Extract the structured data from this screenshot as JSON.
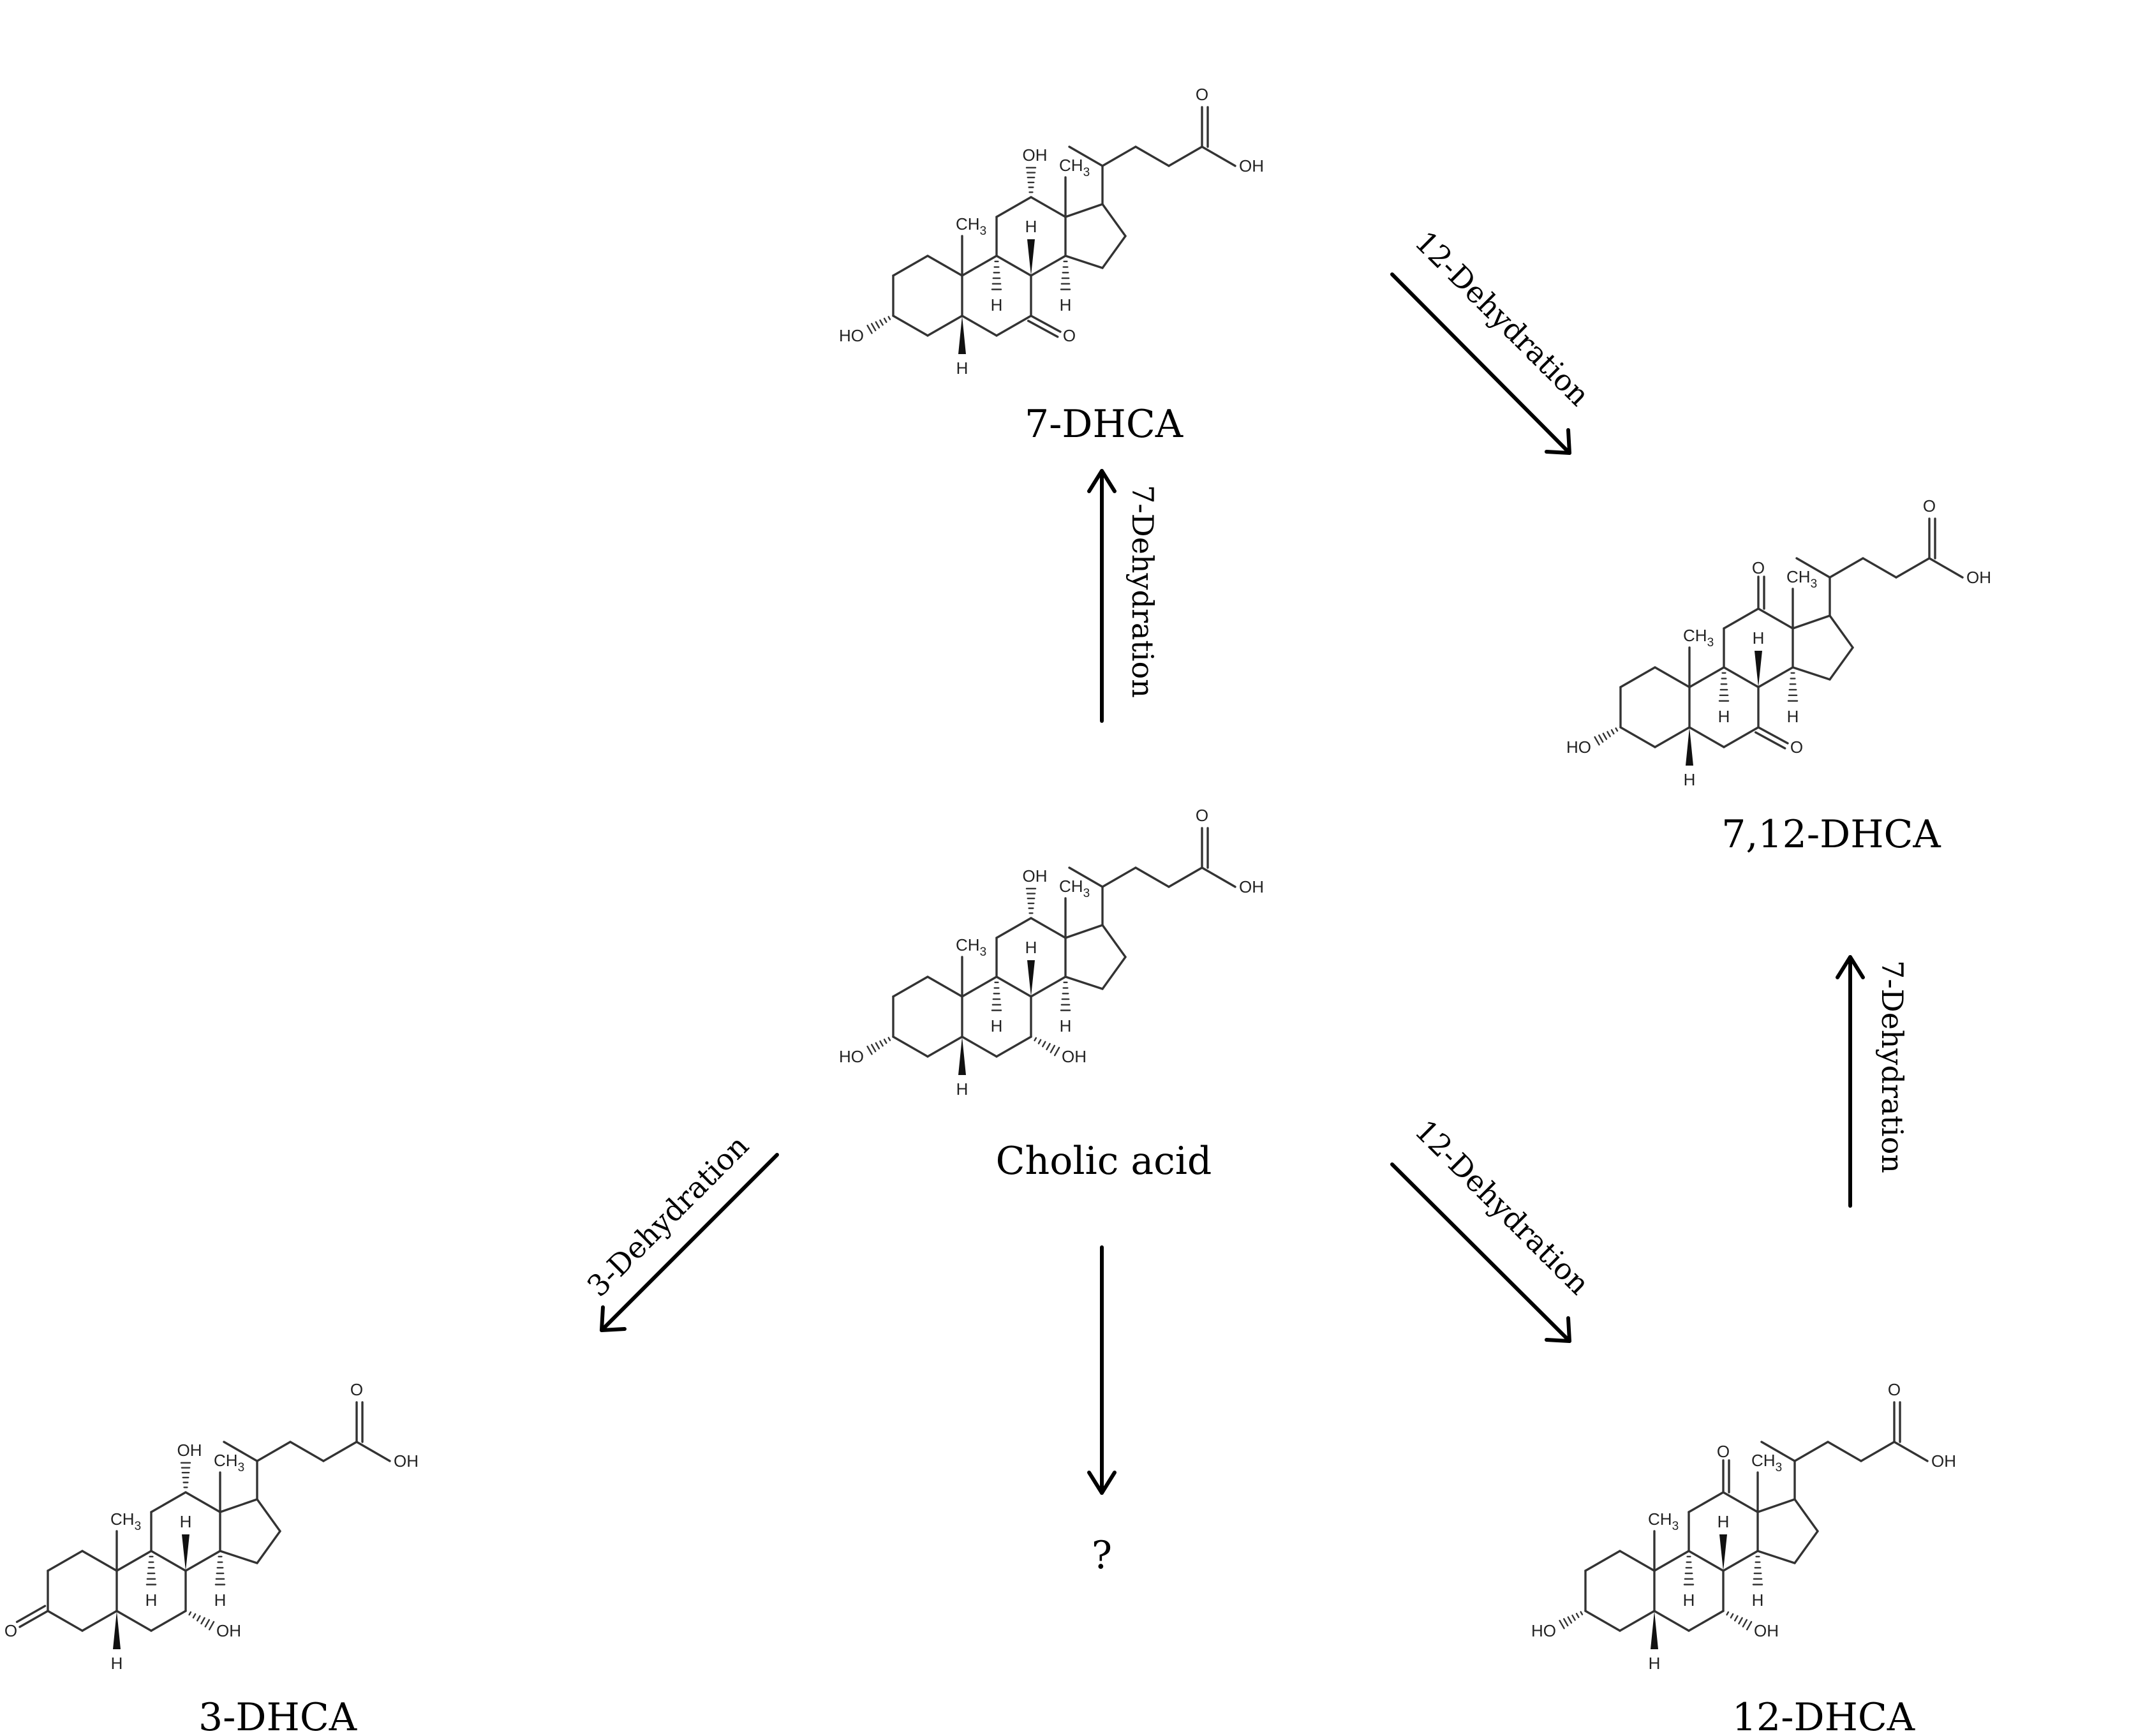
{
  "colors": {
    "background": "#ffffff",
    "bond": "#333333",
    "text": "#000000"
  },
  "atoms": {
    "hydroxyl": "OH",
    "hydroxyl_left": "HO",
    "oxygen": "O",
    "methyl": "CH",
    "methyl_sub": "3",
    "hydrogen": "H"
  },
  "molecules": [
    {
      "id": "7-DHCA",
      "label": "7-DHCA",
      "pos7": "O",
      "pos12": "OH",
      "pos3": "OH"
    },
    {
      "id": "7,12-DHCA",
      "label": "7,12-DHCA",
      "pos7": "O",
      "pos12": "O",
      "pos3": "OH"
    },
    {
      "id": "cholic-acid",
      "label": "Cholic acid",
      "pos7": "OH",
      "pos12": "OH",
      "pos3": "OH"
    },
    {
      "id": "3-DHCA",
      "label": "3-DHCA",
      "pos7": "OH",
      "pos12": "OH",
      "pos3": "O"
    },
    {
      "id": "12-DHCA",
      "label": "12-DHCA",
      "pos7": "OH",
      "pos12": "O",
      "pos3": "OH"
    }
  ],
  "unknown_product": "?",
  "reactions": [
    {
      "from": "cholic-acid",
      "to": "7-DHCA",
      "label": "7-Dehydration"
    },
    {
      "from": "7-DHCA",
      "to": "7,12-DHCA",
      "label": "12-Dehydration"
    },
    {
      "from": "cholic-acid",
      "to": "3-DHCA",
      "label": "3-Dehydration"
    },
    {
      "from": "cholic-acid",
      "to": "12-DHCA",
      "label": "12-Dehydration"
    },
    {
      "from": "12-DHCA",
      "to": "7,12-DHCA",
      "label": "7-Dehydration"
    },
    {
      "from": "cholic-acid",
      "to": "?",
      "label": ""
    }
  ]
}
